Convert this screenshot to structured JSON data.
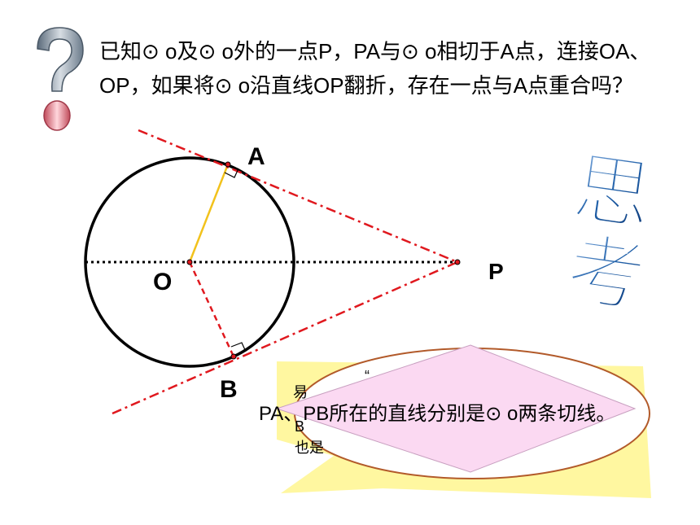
{
  "question": {
    "text": "已知⊙ o及⊙ o外的一点P，PA与⊙ o相切于A点，连接OA、OP，如果将⊙ o沿直线OP翻折，存在一点与A点重合吗？"
  },
  "diagram": {
    "label_A": "A",
    "label_B": "B",
    "label_O": "O",
    "label_P": "P"
  },
  "sikao": {
    "char1": "思",
    "char2": "考"
  },
  "bubble": {
    "main_text": "PA、PB所在的直线分别是⊙ o两条切线。",
    "hidden_line1": "易",
    "hidden_line2": "也是",
    "hidden_line3": "B",
    "hidden_frag": "“"
  },
  "colors": {
    "tangent_red": "#e0181e",
    "radius_yellow": "#f2c21c",
    "bubble_yellow": "#fff7a0",
    "bubble_pink": "#fbd9f2",
    "sikao_blue": "#1f5fa8"
  }
}
